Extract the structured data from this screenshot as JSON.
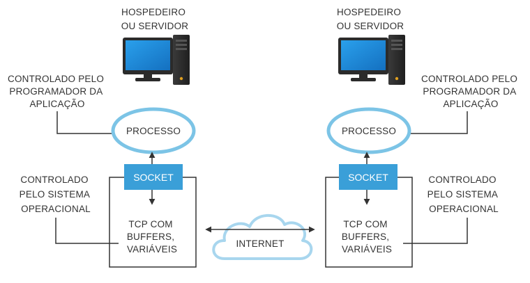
{
  "left": {
    "host_label": [
      "HOSPEDEIRO",
      "OU SERVIDOR"
    ],
    "app_control_label": [
      "CONTROLADO PELO",
      "PROGRAMADOR DA",
      "APLICAÇÃO"
    ],
    "process_label": "PROCESSO",
    "socket_label": "SOCKET",
    "os_control_label": [
      "CONTROLADO",
      "PELO SISTEMA",
      "OPERACIONAL"
    ],
    "tcp_label": [
      "TCP COM",
      "BUFFERS,",
      "VARIÁVEIS"
    ]
  },
  "right": {
    "host_label": [
      "HOSPEDEIRO",
      "OU SERVIDOR"
    ],
    "app_control_label": [
      "CONTROLADO PELO",
      "PROGRAMADOR DA",
      "APLICAÇÃO"
    ],
    "process_label": "PROCESSO",
    "socket_label": "SOCKET",
    "os_control_label": [
      "CONTROLADO",
      "PELO SISTEMA",
      "OPERACIONAL"
    ],
    "tcp_label": [
      "TCP COM",
      "BUFFERS,",
      "VARIÁVEIS"
    ]
  },
  "internet_label": "INTERNET",
  "colors": {
    "accent_blue": "#3a9fd8",
    "process_ring": "#7cc4e6",
    "cloud_stroke": "#a8d6ee",
    "line": "#333333",
    "monitor_frame": "#2b2b2b",
    "monitor_screen": "#1e88d6"
  },
  "icons": [
    "computer-icon",
    "cloud-icon"
  ]
}
